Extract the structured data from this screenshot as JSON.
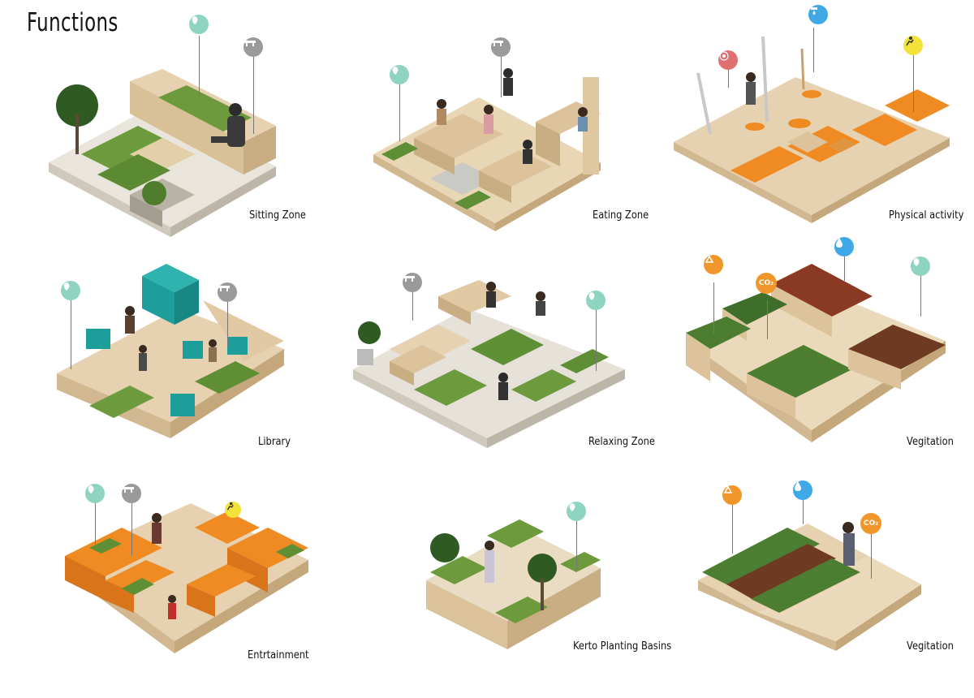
{
  "title": "Functions",
  "colors": {
    "leaf": "#8fd3c1",
    "bench": "#9a9a9a",
    "sport": "#f2e23a",
    "sound": "#e07070",
    "water": "#3fa9e8",
    "recycle": "#f0962a",
    "co2": "#f0962a",
    "orange_floor": "#f08a22",
    "teal": "#1e9e9a",
    "wood": "#e6d2b0",
    "wood_dark": "#c9ae84",
    "grass": "#5e8f34"
  },
  "panels": [
    {
      "label": "Sitting Zone"
    },
    {
      "label": "Eating Zone"
    },
    {
      "label": "Physical activity"
    },
    {
      "label": "Library"
    },
    {
      "label": "Relaxing Zone"
    },
    {
      "label": "Vegitation"
    },
    {
      "label": "Entrtainment"
    },
    {
      "label": "Kerto Planting Basins"
    },
    {
      "label": "Vegitation"
    }
  ],
  "co2_text": "CO₂"
}
